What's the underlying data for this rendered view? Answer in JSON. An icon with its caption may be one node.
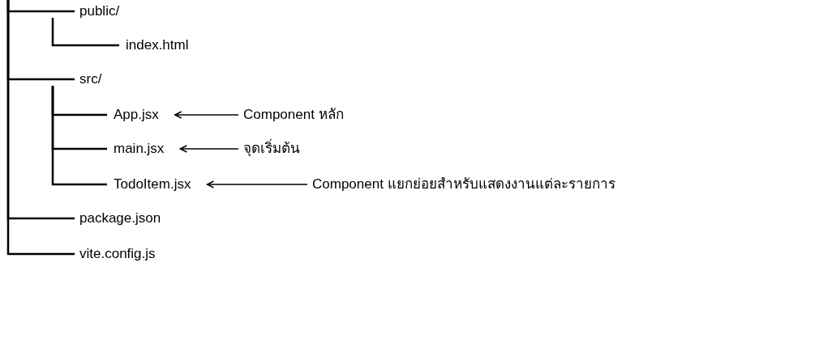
{
  "diagram": {
    "nodes": [
      {
        "text": [
          "public/"
        ]
      },
      {
        "text": [
          "index.html"
        ]
      },
      {
        "text": [
          "src/"
        ]
      },
      {
        "text": [
          "App.jsx"
        ]
      },
      {
        "text": [
          "main.jsx"
        ]
      },
      {
        "text": [
          "TodoItem.jsx"
        ]
      },
      {
        "text": [
          "package.json"
        ]
      },
      {
        "text": [
          "vite.config.js"
        ]
      },
      {
        "text": [
          "Component หลัก"
        ]
      },
      {
        "text": [
          "จุดเริ่มต้น"
        ]
      },
      {
        "text": [
          "Component แยกย่อยสำหรับแสดงงานแต่ละรายการ"
        ]
      }
    ],
    "edges": [
      {
        "from": null,
        "to": 0,
        "arrow": "none"
      },
      {
        "from": 0,
        "to": 1,
        "arrow": "none"
      },
      {
        "from": null,
        "to": 2,
        "arrow": "none"
      },
      {
        "from": 2,
        "to": 3,
        "arrow": "none"
      },
      {
        "from": 2,
        "to": 4,
        "arrow": "none"
      },
      {
        "from": 2,
        "to": 5,
        "arrow": "none"
      },
      {
        "from": null,
        "to": 6,
        "arrow": "none"
      },
      {
        "from": null,
        "to": 7,
        "arrow": "none"
      },
      {
        "from": 8,
        "to": 3,
        "arrow": "to"
      },
      {
        "from": 9,
        "to": 4,
        "arrow": "to"
      },
      {
        "from": 10,
        "to": 5,
        "arrow": "to"
      }
    ]
  }
}
